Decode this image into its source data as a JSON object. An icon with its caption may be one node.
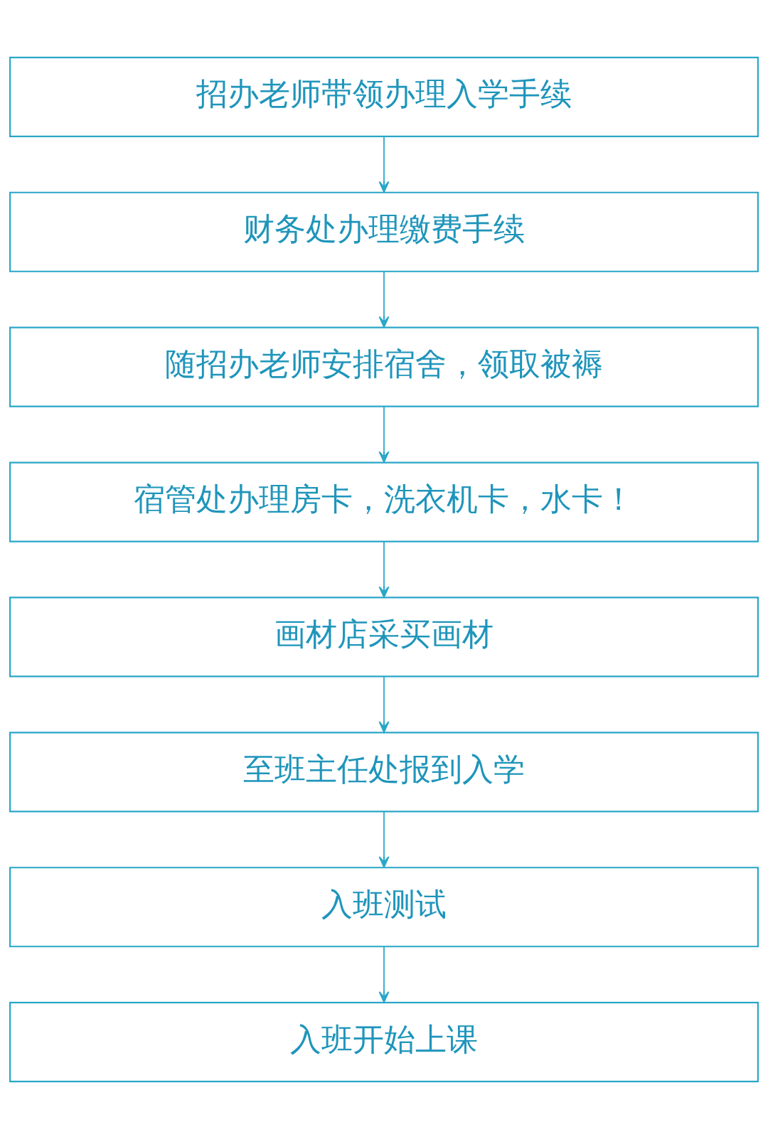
{
  "diagram": {
    "nodes": [
      {
        "text": [
          "招办老师带领办理入学手续"
        ]
      },
      {
        "text": [
          "财务处办理缴费手续"
        ]
      },
      {
        "text": [
          "随招办老师安排宿舍，领取被褥"
        ]
      },
      {
        "text": [
          "宿管处办理房卡，洗衣机卡，水卡！"
        ]
      },
      {
        "text": [
          "画材店采买画材"
        ]
      },
      {
        "text": [
          "至班主任处报到入学"
        ]
      },
      {
        "text": [
          "入班测试"
        ]
      },
      {
        "text": [
          "入班开始上课"
        ]
      }
    ],
    "edges": [
      {
        "from": 0,
        "to": 1,
        "arrow": "to"
      },
      {
        "from": 1,
        "to": 2,
        "arrow": "to"
      },
      {
        "from": 2,
        "to": 3,
        "arrow": "to"
      },
      {
        "from": 3,
        "to": 4,
        "arrow": "to"
      },
      {
        "from": 4,
        "to": 5,
        "arrow": "to"
      },
      {
        "from": 5,
        "to": 6,
        "arrow": "to"
      },
      {
        "from": 6,
        "to": 7,
        "arrow": "to"
      }
    ]
  }
}
